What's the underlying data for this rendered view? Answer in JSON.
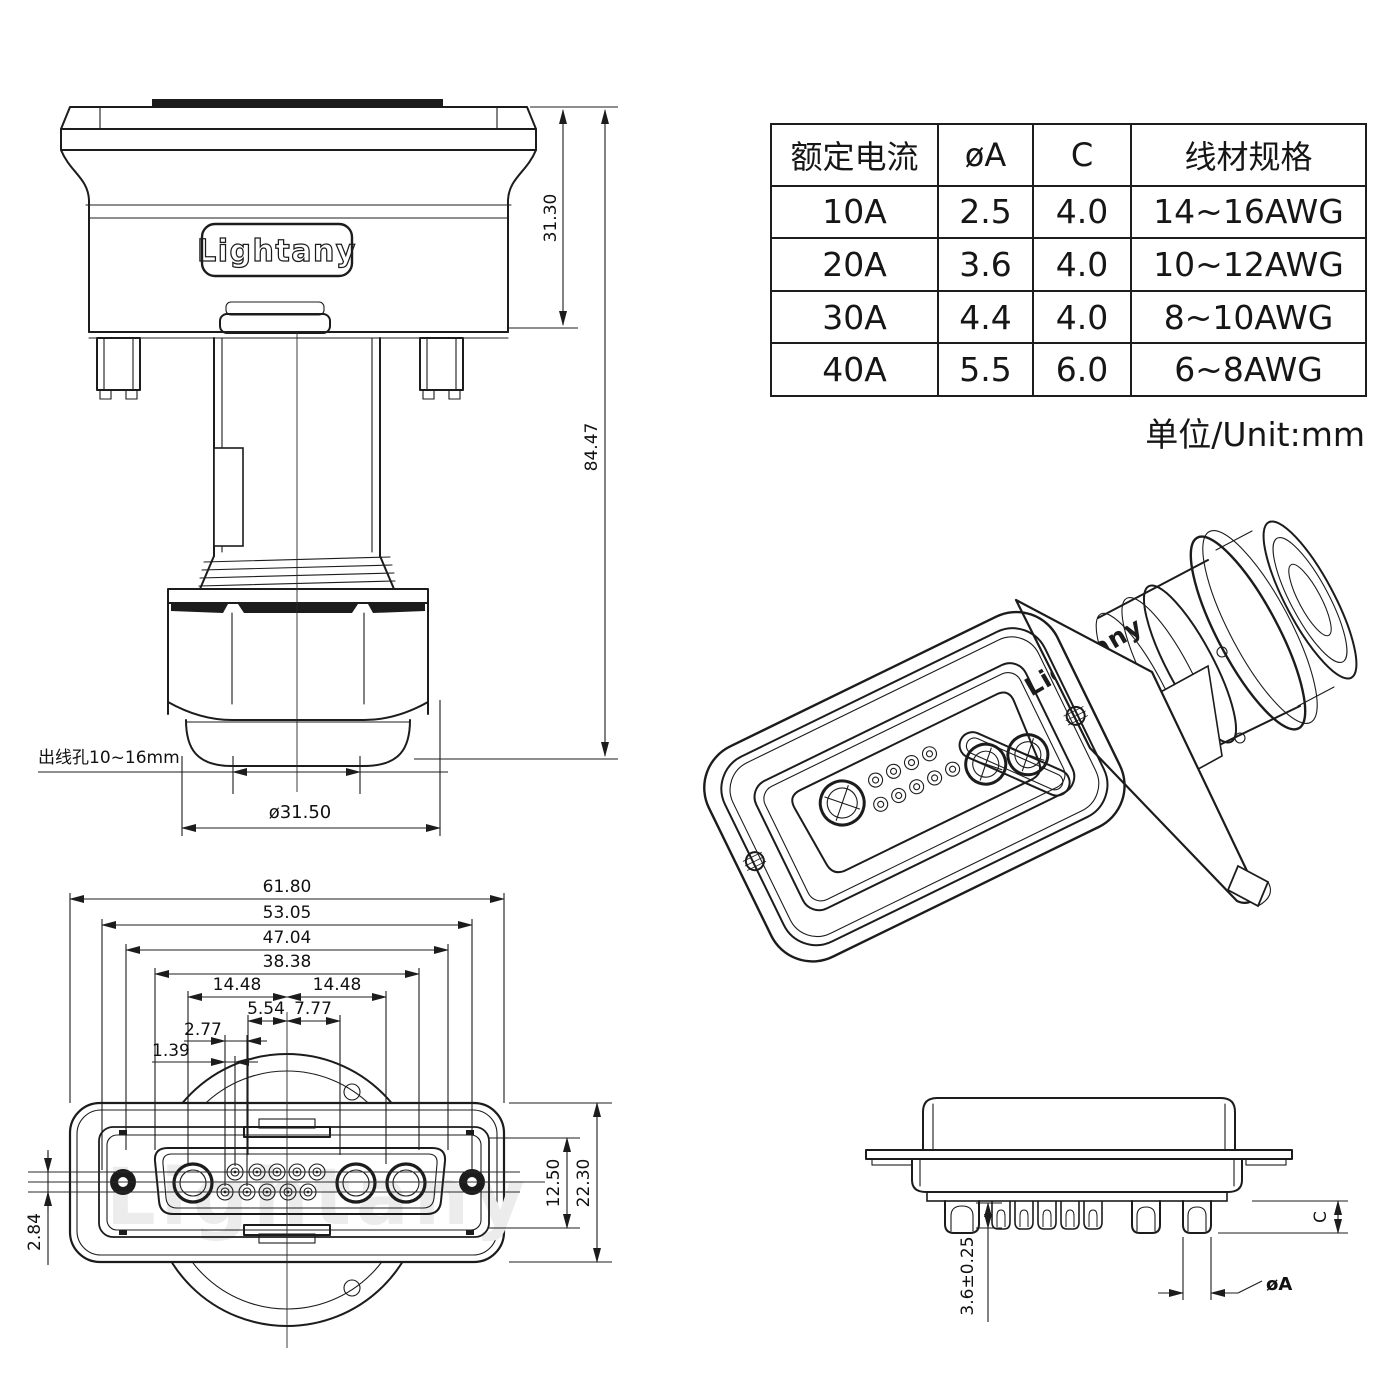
{
  "brand": {
    "logo_text": "Lightany",
    "watermark": "Lightany",
    "iso_body_text": "Lightany"
  },
  "unit_note": "单位/Unit:mm",
  "spec_table": {
    "headers": [
      "额定电流",
      "øA",
      "C",
      "线材规格"
    ],
    "rows": [
      [
        "10A",
        "2.5",
        "4.0",
        "14~16AWG"
      ],
      [
        "20A",
        "3.6",
        "4.0",
        "10~12AWG"
      ],
      [
        "30A",
        "4.4",
        "4.0",
        "8~10AWG"
      ],
      [
        "40A",
        "5.5",
        "6.0",
        "6~8AWG"
      ]
    ]
  },
  "elevation_view": {
    "dims": {
      "upper_height": "31.30",
      "total_height": "84.47",
      "cable_hole": "出线孔10~16mm",
      "gland_diameter": "ø31.50"
    }
  },
  "front_view": {
    "dims": {
      "w1": "61.80",
      "w2": "53.05",
      "w3": "47.04",
      "w4": "38.38",
      "pitch_left": "14.48",
      "pitch_right": "14.48",
      "p554": "5.54",
      "p777": "7.77",
      "p277": "2.77",
      "p139": "1.39",
      "row_stagger": "2.84",
      "insert_height": "12.50",
      "body_height": "22.30"
    }
  },
  "side_view": {
    "dims": {
      "tail_depth": "3.6±0.25",
      "contact_dia": "øA",
      "cup_depth": "C"
    }
  }
}
